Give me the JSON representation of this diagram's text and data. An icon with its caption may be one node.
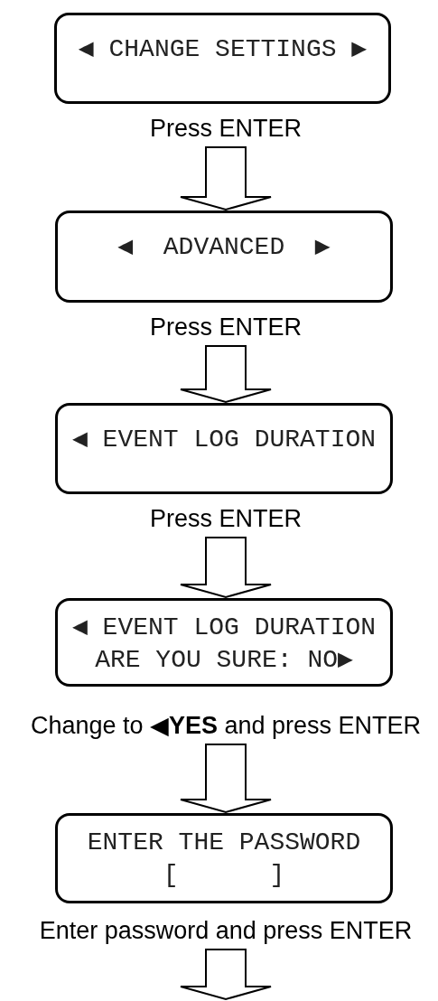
{
  "diagram": {
    "nodes": [
      {
        "text": [
          "◀ CHANGE SETTINGS ▶"
        ]
      },
      {
        "text": [
          "Press ENTER"
        ]
      },
      {
        "text": [
          "◀  ADVANCED  ▶"
        ]
      },
      {
        "text": [
          "Press ENTER"
        ]
      },
      {
        "text": [
          "◀ EVENT LOG DURATION"
        ]
      },
      {
        "text": [
          "Press ENTER"
        ]
      },
      {
        "text": [
          "◀ EVENT LOG DURATION",
          "ARE YOU SURE: NO▶"
        ]
      },
      {
        "text": [
          "Change to ◀**YES** and press ENTER"
        ]
      },
      {
        "text": [
          "ENTER THE PASSWORD",
          "[      ]"
        ]
      },
      {
        "text": [
          "Enter password and press ENTER"
        ]
      }
    ],
    "edges": [
      {
        "from": 1,
        "to": 2,
        "arrow": "to"
      },
      {
        "from": 3,
        "to": 4,
        "arrow": "to"
      },
      {
        "from": 5,
        "to": 6,
        "arrow": "to"
      },
      {
        "from": 7,
        "to": 8,
        "arrow": "to"
      },
      {
        "from": 9,
        "to": null,
        "arrow": "to"
      }
    ]
  }
}
